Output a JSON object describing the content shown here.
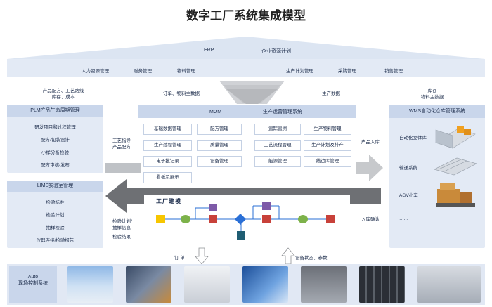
{
  "title": "数字工厂系统集成模型",
  "erp": {
    "name": "ERP",
    "subtitle": "企业资源计划",
    "items": [
      "人力资源管理",
      "财务管理",
      "物料管理",
      "生产计划管理",
      "采购管理",
      "销售管理"
    ]
  },
  "flows": {
    "plm_to_erp_line1": "产品配方、工艺路线",
    "plm_to_erp_line2": "库存、成本",
    "erp_to_mom": "订单、物料主数据",
    "mom_to_erp": "生产数据",
    "wms_to_erp_line1": "库存",
    "wms_to_erp_line2": "物料主数据",
    "plm_to_mom_line1": "工艺指导",
    "plm_to_mom_line2": "产品配方",
    "mom_to_wms": "产品入库",
    "wms_to_mom": "入库确认",
    "lims_to_mom_line1": "检验计划/",
    "lims_to_mom_line2": "抽样信息",
    "mom_to_lims": "检验结果",
    "mom_to_auto": "订 单",
    "auto_to_mom": "设备状态、参数"
  },
  "plm": {
    "title": "PLM产品生命周期管理",
    "items": [
      "研发项目和过程管理",
      "配方/包装设计",
      "小样分析检验",
      "配方审核/发布"
    ]
  },
  "lims": {
    "title": "LIMS实验室管理",
    "items": [
      "检验标准",
      "检验计划",
      "抽样检验",
      "仪器连接/检验报告"
    ]
  },
  "mom": {
    "name": "MOM",
    "subtitle": "生产运营管理系统",
    "left_col1": [
      "基础数据管理",
      "生产过程管理",
      "电子批记录",
      "看板及展示"
    ],
    "left_col2": [
      "配方管理",
      "质量管理",
      "设备管理"
    ],
    "right_col1": [
      "追踪追溯",
      "工艺流程管理",
      "能源管理"
    ],
    "right_col2": [
      "生产物料管理",
      "生产计划及排产",
      "线边库管理"
    ]
  },
  "factory": {
    "title": "工厂建模"
  },
  "wms": {
    "title": "WMS自动化仓库管理系统",
    "items": [
      "自动化立体库",
      "输送系统",
      "AGV小车",
      "……"
    ]
  },
  "auto": {
    "line1": "Auto",
    "line2": "现场控制系统"
  },
  "colors": {
    "panel": "#e3eaf5",
    "panel_head": "#c9d6eb",
    "roof": "#dce5f2",
    "arrow_gray": "#b9bcc1",
    "arrow_dark": "#6e7074",
    "node_yellow": "#f7c600",
    "node_green": "#7db24a",
    "node_red": "#c8413a",
    "node_purple": "#7e5aa8",
    "node_teal": "#1f5d73",
    "node_blue": "#2a6fd6"
  }
}
